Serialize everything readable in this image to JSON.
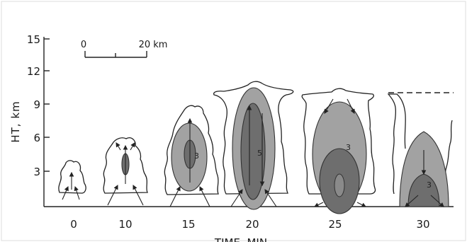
{
  "diagram": {
    "y_axis": {
      "label": "HT, km",
      "ticks": [
        "15",
        "12",
        "9",
        "6",
        "3"
      ]
    },
    "x_axis": {
      "ticks": [
        "0",
        "10",
        "15",
        "20",
        "25",
        "30"
      ],
      "label": "TIME, MIN"
    },
    "scale_bar": {
      "start_label": "0",
      "end_label": "20 km"
    },
    "contour_labels": [
      "3",
      "5",
      "3",
      "3"
    ],
    "colors": {
      "background": "#ffffff",
      "light_echo": "#a2a2a2",
      "dark_echo": "#6e6e6e",
      "line": "#222222"
    }
  }
}
